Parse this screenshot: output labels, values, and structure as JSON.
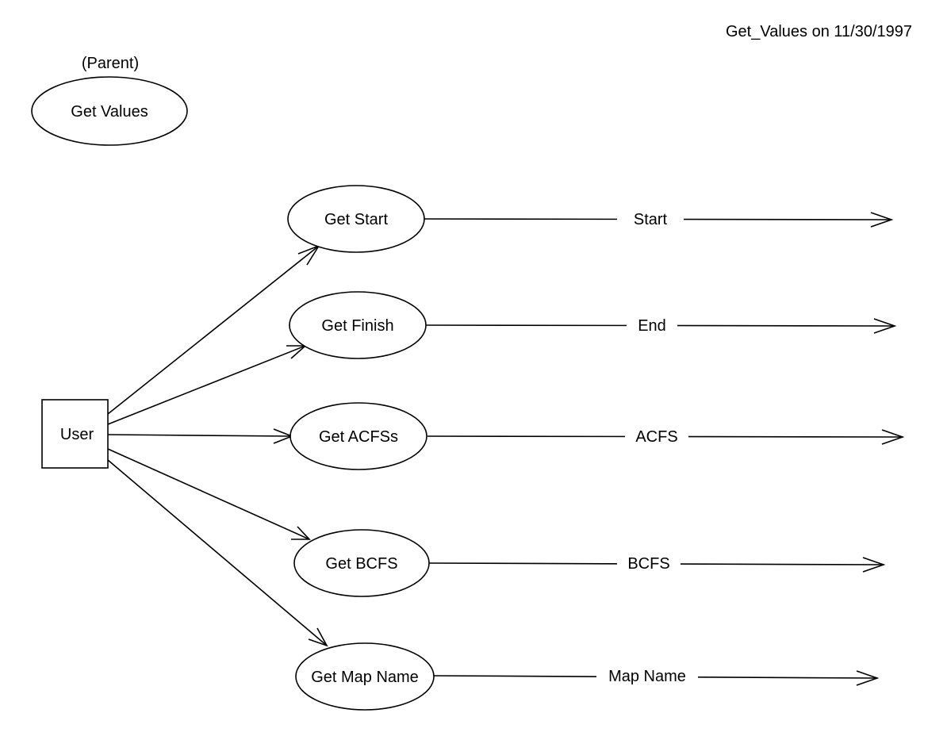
{
  "header": {
    "title": "Get_Values on 11/30/1997"
  },
  "parent": {
    "caption": "(Parent)",
    "label": "Get Values"
  },
  "entity": {
    "label": "User"
  },
  "processes": [
    {
      "id": "get-start",
      "label": "Get Start",
      "output_label": "Start"
    },
    {
      "id": "get-finish",
      "label": "Get Finish",
      "output_label": "End"
    },
    {
      "id": "get-acfss",
      "label": "Get ACFSs",
      "output_label": "ACFS"
    },
    {
      "id": "get-bcfs",
      "label": "Get BCFS",
      "output_label": "BCFS"
    },
    {
      "id": "get-map-name",
      "label": "Get Map Name",
      "output_label": "Map Name"
    }
  ]
}
